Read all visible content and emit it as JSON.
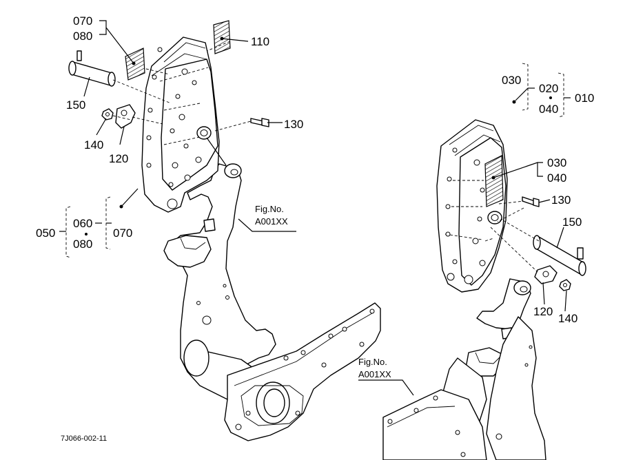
{
  "labels": {
    "l070a": "070",
    "l080a": "080",
    "l110": "110",
    "l150a": "150",
    "l140a": "140",
    "l120a": "120",
    "l130a": "130",
    "l050": "050",
    "l060": "060",
    "l080b": "080",
    "l070b": "070",
    "l030a": "030",
    "l020": "020",
    "l040a": "040",
    "l010": "010",
    "l030b": "030",
    "l040b": "040",
    "l130b": "130",
    "l150b": "150",
    "l120b": "120",
    "l140b": "140"
  },
  "fig_refs": {
    "left": {
      "title": "Fig.No.",
      "number": "A001XX"
    },
    "right": {
      "title": "Fig.No.",
      "number": "A001XX"
    }
  },
  "drawing_code": "7J066-002-11"
}
